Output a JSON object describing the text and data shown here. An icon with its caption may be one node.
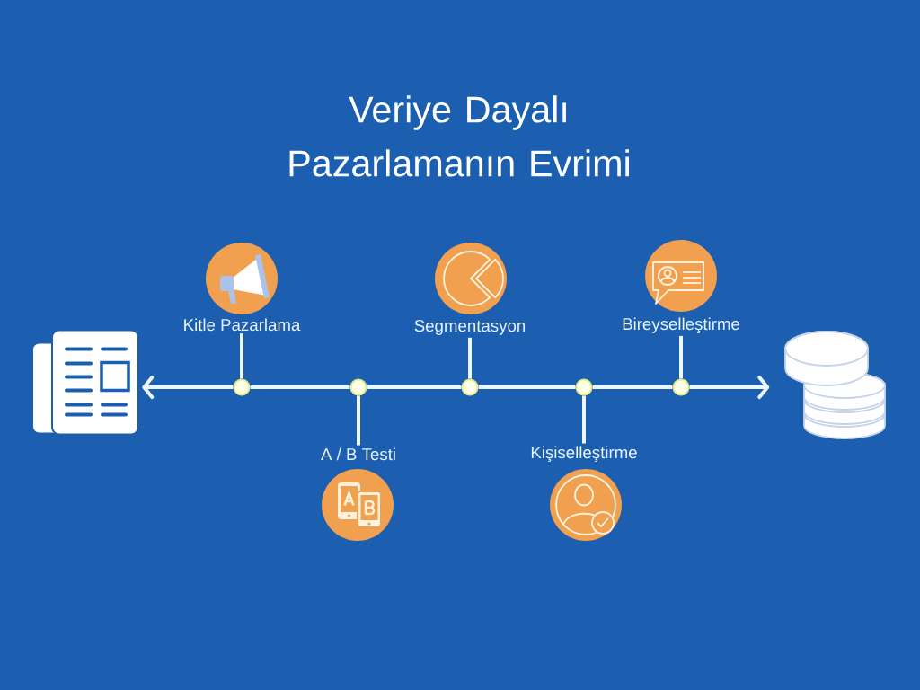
{
  "diagram": {
    "title": "Veriye Dayalı Pazarlamanın Evrimi",
    "nodes": [
      {
        "text": [],
        "shape": "picture"
      },
      {
        "text": [
          "Kitle Pazarlama"
        ]
      },
      {
        "text": [],
        "shape": "circle"
      },
      {
        "text": [
          "A / B Testi"
        ]
      },
      {
        "text": [],
        "shape": "circle"
      },
      {
        "text": [
          "Segmentasyon"
        ]
      },
      {
        "text": [],
        "shape": "circle"
      },
      {
        "text": [
          "Kişiselleştirme"
        ]
      },
      {
        "text": [],
        "shape": "circle"
      },
      {
        "text": [
          "Bireyselleştirme"
        ]
      },
      {
        "text": [],
        "shape": "circle"
      },
      {
        "text": [],
        "shape": "picture"
      }
    ],
    "edges": [
      {
        "from": 2,
        "to": 0,
        "arrow": "to"
      },
      {
        "from": 2,
        "to": 4,
        "arrow": "none"
      },
      {
        "from": 4,
        "to": 6,
        "arrow": "none"
      },
      {
        "from": 6,
        "to": 8,
        "arrow": "none"
      },
      {
        "from": 8,
        "to": 10,
        "arrow": "none"
      },
      {
        "from": 10,
        "to": 11,
        "arrow": "to"
      },
      {
        "from": 1,
        "to": 2,
        "arrow": "none"
      },
      {
        "from": 3,
        "to": 4,
        "arrow": "none"
      },
      {
        "from": 5,
        "to": 6,
        "arrow": "none"
      },
      {
        "from": 7,
        "to": 8,
        "arrow": "none"
      },
      {
        "from": 9,
        "to": 10,
        "arrow": "none"
      }
    ]
  }
}
